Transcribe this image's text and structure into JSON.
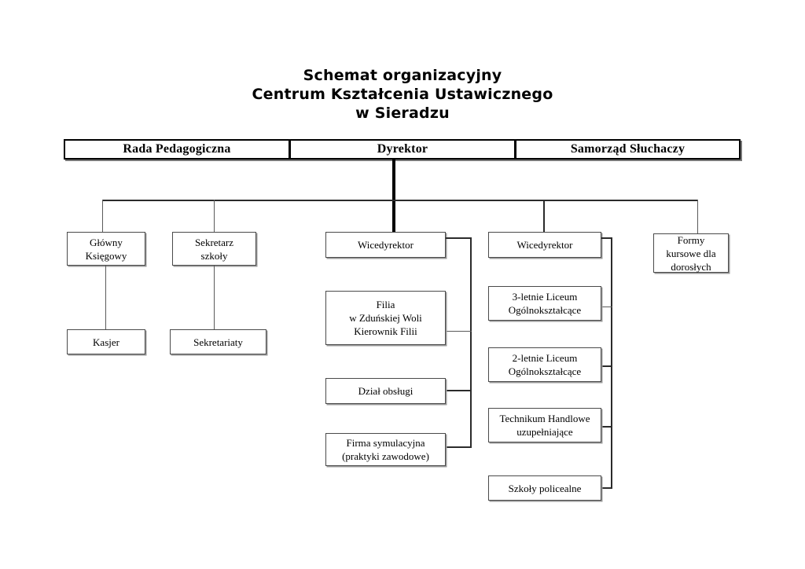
{
  "title": {
    "line1": "Schemat organizacyjny",
    "line2": "Centrum Kształcenia Ustawicznego",
    "line3": "w Sieradzu"
  },
  "header_row": {
    "cells": [
      {
        "label": "Rada Pedagogiczna"
      },
      {
        "label": "Dyrektor"
      },
      {
        "label": "Samorząd Słuchaczy"
      }
    ]
  },
  "nodes": {
    "glowny_ksiegowy": "Główny\nKsięgowy",
    "kasjer": "Kasjer",
    "sekretarz_szkoly": "Sekretarz\nszkoły",
    "sekretariaty": "Sekretariaty",
    "wicedyrektor_mid": "Wicedyrektor",
    "filia": "Filia\nw Zduńskiej Woli\nKierownik Filii",
    "dzial_obslugi": "Dział obsługi",
    "firma_symulacyjna": "Firma symulacyjna\n(praktyki zawodowe)",
    "wicedyrektor_right": "Wicedyrektor",
    "liceum_3": "3-letnie Liceum\nOgólnokształcące",
    "liceum_2": "2-letnie Liceum\nOgólnokształcące",
    "technikum": "Technikum Handlowe\nuzupełniające",
    "szkoly_policealne": "Szkoły policealne",
    "formy_kursowe": "Formy\nkursowe dla\ndorosłych"
  },
  "colors": {
    "page_background": "#ffffff",
    "text": "#000000",
    "box_border": "#4a4a4a",
    "header_border": "#000000",
    "box_shadow": "#9a9a9a",
    "connector": "#000000",
    "connector_thin": "#5a5a5a"
  },
  "chart_data": {
    "type": "diagram",
    "diagram_kind": "organizational-chart",
    "title": "Schemat organizacyjny Centrum Kształcenia Ustawicznego w Sieradzu",
    "root": "Dyrektor",
    "peers": [
      "Rada Pedagogiczna",
      "Samorząd Słuchaczy"
    ],
    "branches": [
      {
        "name": "Główny Księgowy",
        "children": [
          "Kasjer"
        ]
      },
      {
        "name": "Sekretarz szkoły",
        "children": [
          "Sekretariaty"
        ]
      },
      {
        "name": "Wicedyrektor",
        "children": [
          "Filia w Zduńskiej Woli Kierownik Filii",
          "Dział obsługi",
          "Firma symulacyjna (praktyki zawodowe)"
        ]
      },
      {
        "name": "Wicedyrektor",
        "children": [
          "3-letnie Liceum Ogólnokształcące",
          "2-letnie Liceum Ogólnokształcące",
          "Technikum Handlowe uzupełniające",
          "Szkoły policealne"
        ]
      },
      {
        "name": "Formy kursowe dla dorosłych",
        "children": []
      }
    ]
  }
}
